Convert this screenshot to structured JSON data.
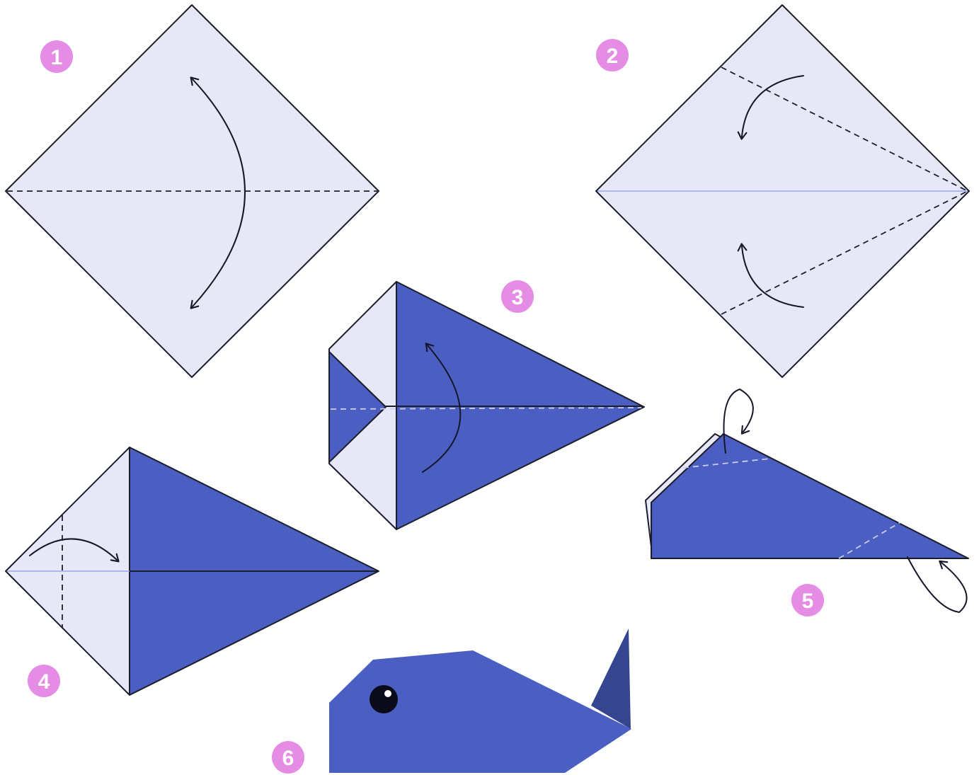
{
  "steps": [
    {
      "number": "1"
    },
    {
      "number": "2"
    },
    {
      "number": "3"
    },
    {
      "number": "4"
    },
    {
      "number": "5"
    },
    {
      "number": "6"
    }
  ],
  "colors": {
    "paper_light": "#e6e7f7",
    "paper_dark": "#4a5fc1",
    "fin_dark": "#354590",
    "badge": "#e58de4",
    "outline": "#1c1d2b"
  }
}
